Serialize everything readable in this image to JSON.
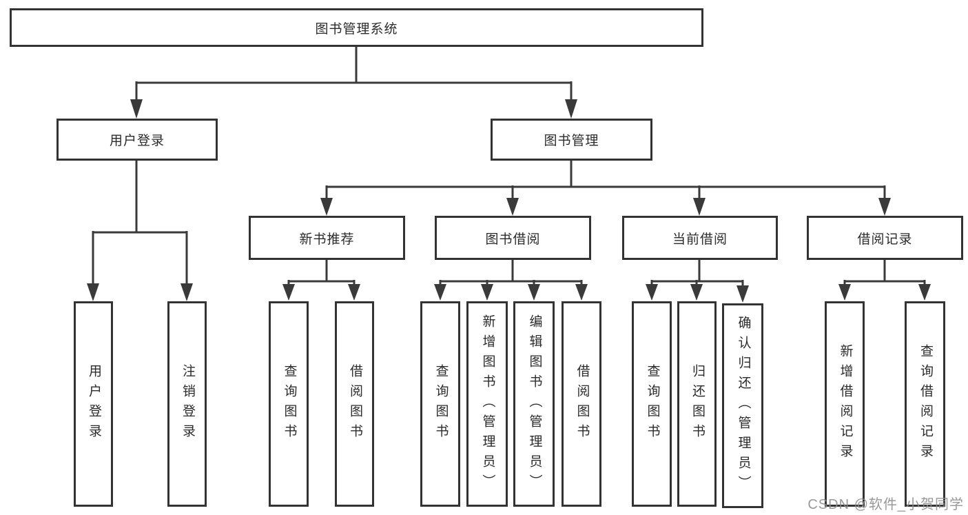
{
  "colors": {
    "line": "#3a3a3a",
    "box_border": "#333333",
    "text": "#2b2b2b",
    "background": "#ffffff",
    "watermark": "#8e8e8e"
  },
  "diagram": {
    "type": "tree",
    "root": {
      "label": "图书管理系统"
    },
    "branches": [
      {
        "label": "用户登录",
        "children": [
          {
            "label": "用户登录"
          },
          {
            "label": "注销登录"
          }
        ]
      },
      {
        "label": "图书管理",
        "children": [
          {
            "label": "新书推荐",
            "children": [
              {
                "label": "查询图书"
              },
              {
                "label": "借阅图书"
              }
            ]
          },
          {
            "label": "图书借阅",
            "children": [
              {
                "label": "查询图书"
              },
              {
                "label": "新增图书（管理员）"
              },
              {
                "label": "编辑图书（管理员）"
              },
              {
                "label": "借阅图书"
              }
            ]
          },
          {
            "label": "当前借阅",
            "children": [
              {
                "label": "查询图书"
              },
              {
                "label": "归还图书"
              },
              {
                "label": "确认归还（管理员）"
              }
            ]
          },
          {
            "label": "借阅记录",
            "children": [
              {
                "label": "新增借阅记录"
              },
              {
                "label": "查询借阅记录"
              }
            ]
          }
        ]
      }
    ],
    "watermark": "CSDN @软件_小贺同学"
  }
}
